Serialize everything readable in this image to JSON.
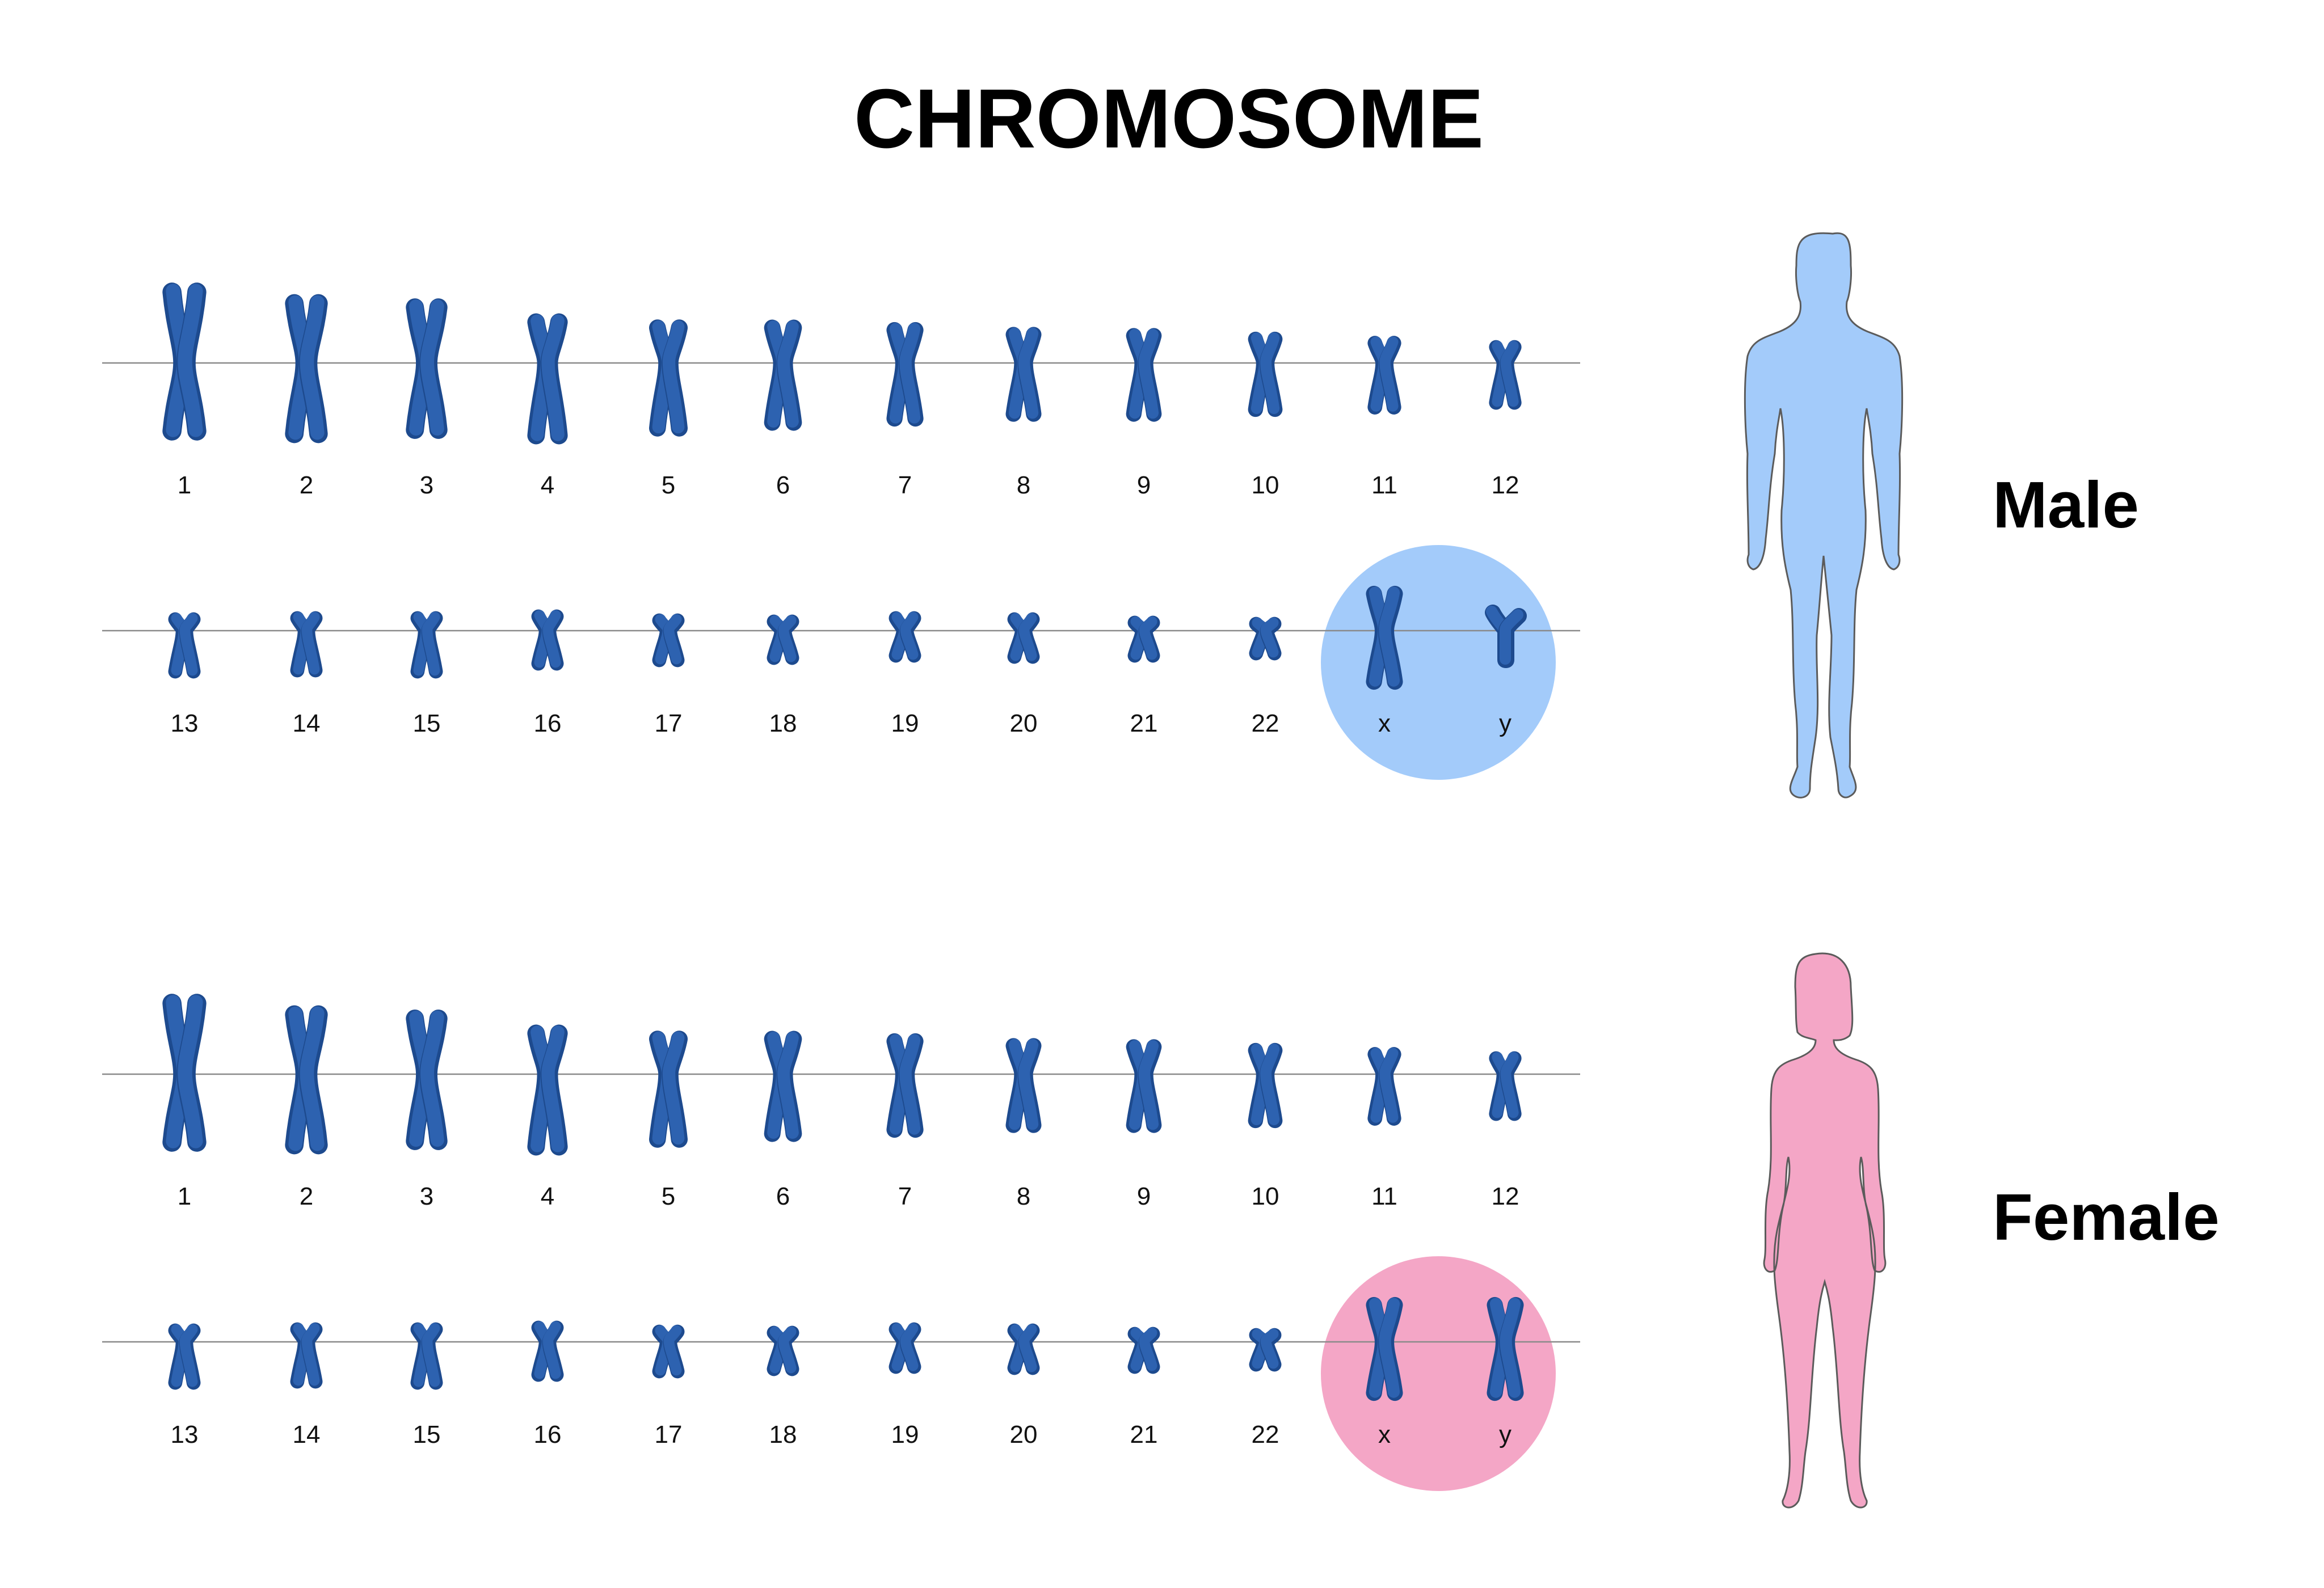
{
  "title": "CHROMOSOME",
  "colors": {
    "chromosome": "#2d62b0",
    "chromosome_shade": "#1d4a8e",
    "baseline": "#8a8a8a",
    "male": "#a3cbfa",
    "female": "#f4a6c6",
    "outline": "#5b5b5b"
  },
  "panels": [
    {
      "id": "male",
      "label": "Male",
      "figure_icon": "male-silhouette",
      "sex_pair": [
        "x",
        "y"
      ],
      "rows": [
        {
          "labels": [
            "1",
            "2",
            "3",
            "4",
            "5",
            "6",
            "7",
            "8",
            "9",
            "10",
            "11",
            "12"
          ]
        },
        {
          "labels": [
            "13",
            "14",
            "15",
            "16",
            "17",
            "18",
            "19",
            "20",
            "21",
            "22",
            "x",
            "y"
          ]
        }
      ]
    },
    {
      "id": "female",
      "label": "Female",
      "figure_icon": "female-silhouette",
      "sex_pair": [
        "x",
        "x"
      ],
      "rows": [
        {
          "labels": [
            "1",
            "2",
            "3",
            "4",
            "5",
            "6",
            "7",
            "8",
            "9",
            "10",
            "11",
            "12"
          ]
        },
        {
          "labels": [
            "13",
            "14",
            "15",
            "16",
            "17",
            "18",
            "19",
            "20",
            "21",
            "22",
            "x",
            "y"
          ]
        }
      ]
    }
  ]
}
